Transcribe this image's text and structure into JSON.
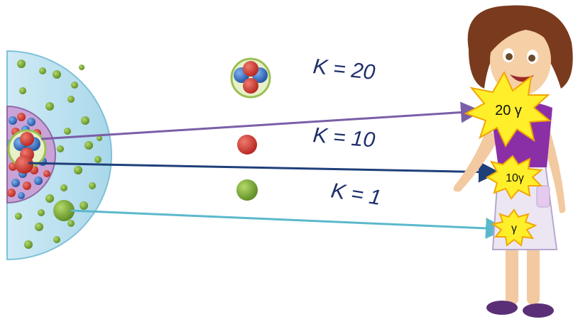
{
  "labels": {
    "k_high": "K = 20",
    "k_mid": "K = 10",
    "k_low": "K = 1"
  },
  "bursts": {
    "high": "20 γ",
    "mid": "10γ",
    "low": "γ"
  },
  "colors": {
    "alpha_ray": "#7b5ea7",
    "proton_ray": "#1f3f7a",
    "photon_ray": "#5bb8cc",
    "proton": "#c9302c",
    "neutron": "#2f6fc1",
    "photon_particle": "#7cab3a",
    "star_fill": "#ffef2a",
    "star_stroke": "#f2a600"
  },
  "icons": {
    "source": "half-circle-source-icon",
    "alpha": "alpha-particle-icon",
    "proton": "proton-particle-icon",
    "photon": "photon-particle-icon",
    "person": "girl-figure-icon"
  }
}
